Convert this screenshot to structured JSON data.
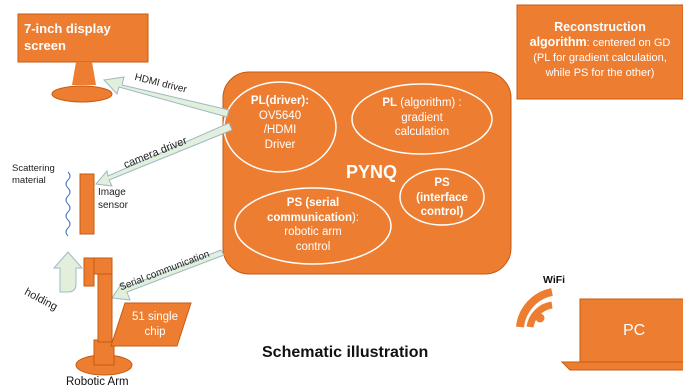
{
  "monitor": {
    "label": "7-inch display screen"
  },
  "pynq": {
    "title": "PYNQ",
    "pl_driver": {
      "prefix": "PL",
      "paren": "(driver):",
      "lines": [
        "OV5640",
        "/HDMI",
        "Driver"
      ]
    },
    "pl_algorithm": {
      "prefix": "PL",
      "paren": "(algorithm) :",
      "lines": [
        "gradient",
        "calculation"
      ]
    },
    "ps_interface": {
      "prefix": "PS",
      "line2": "(interface",
      "line3": "control)"
    },
    "ps_serial": {
      "prefix": "PS",
      "paren": "(serial",
      "bold2": "communication",
      "tail2": "):",
      "lines": [
        "robotic arm",
        "control"
      ]
    }
  },
  "recon": {
    "title": "Reconstruction",
    "bold2": "algorithm",
    "line2_rest": ": centered on GD",
    "line3": "(PL for gradient calculation,",
    "line4": "while PS for the other)"
  },
  "arrows": {
    "hdmi": "HDMI driver",
    "camera": "camera driver",
    "serial": "Serial communication"
  },
  "sensor": {
    "scatter_label_1": "Scattering",
    "scatter_label_2": "material",
    "image_label_1": "Image",
    "image_label_2": "sensor"
  },
  "arm": {
    "holding": "holding",
    "chip_line1": "51 single",
    "chip_line2": "chip",
    "label": "Robotic Arm"
  },
  "wifi": {
    "label": "WiFi"
  },
  "pc": {
    "label": "PC"
  },
  "footer": {
    "title": "Schematic illustration"
  },
  "colors": {
    "orange": "#ED7D31",
    "orange_dark": "#C55A11",
    "arrow_fill": "#E2EFDA",
    "arrow_stroke": "#9DB8C7"
  }
}
